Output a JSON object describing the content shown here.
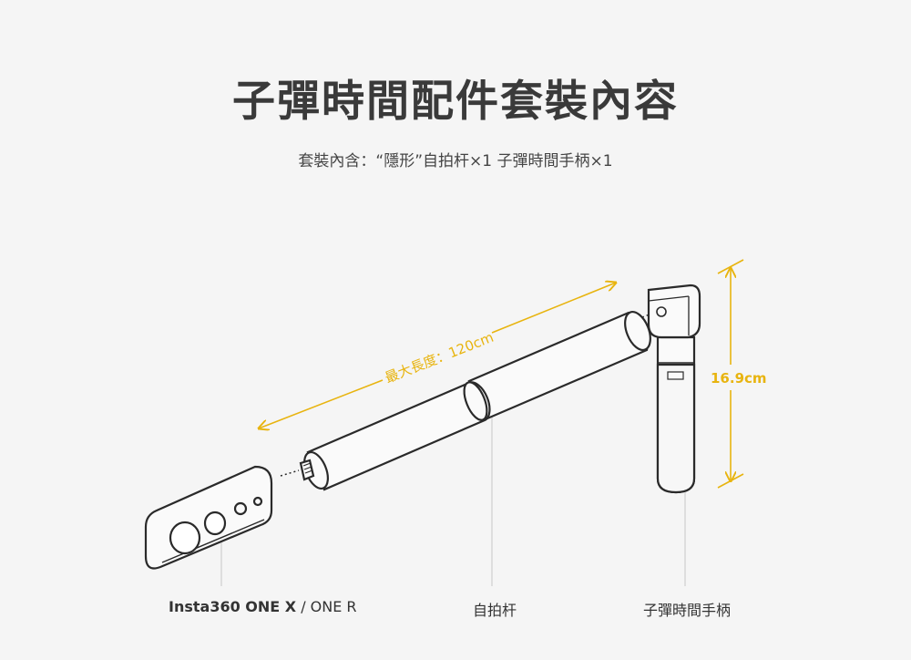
{
  "title": "子彈時間配件套裝內容",
  "subtitle": "套裝內含：“隱形”自拍杆×1 子彈時間手柄×1",
  "dimensions": {
    "length_label": "最大長度：120cm",
    "height_label": "16.9cm"
  },
  "captions": {
    "camera_bold": "Insta360 ONE X",
    "camera_rest": " / ONE R",
    "stick": "自拍杆",
    "handle": "子彈時間手柄"
  },
  "colors": {
    "accent": "#e8b40f",
    "outline": "#2a2a2a",
    "background": "#f5f5f5"
  }
}
